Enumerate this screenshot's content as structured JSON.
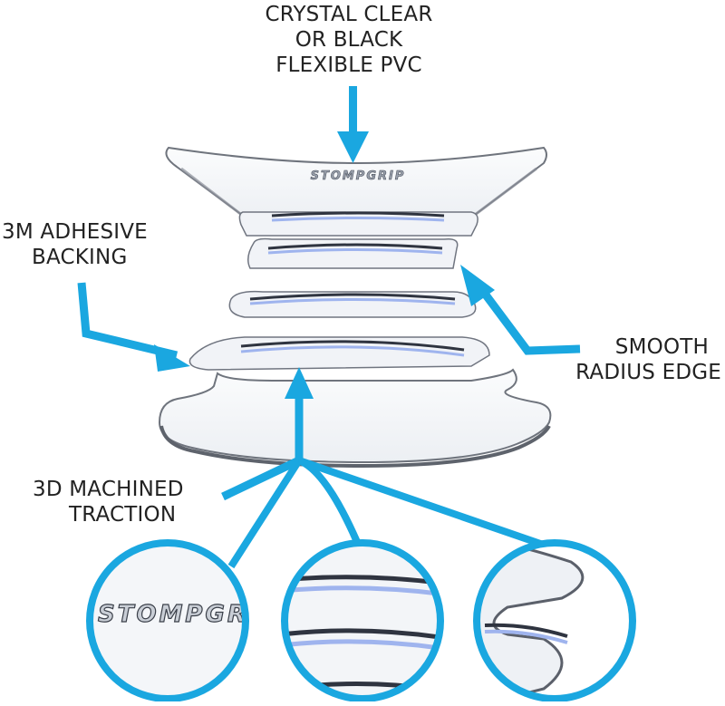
{
  "callouts": {
    "pvc": {
      "line1": "CRYSTAL CLEAR",
      "line2": "OR BLACK",
      "line3": "FLEXIBLE PVC"
    },
    "adhesive": {
      "line1": "3M ADHESIVE",
      "line2": "BACKING"
    },
    "edge": {
      "line1": "SMOOTH",
      "line2": "RADIUS EDGE"
    },
    "traction": {
      "line1": "3D MACHINED",
      "line2": "TRACTION"
    }
  },
  "brand": {
    "logo_text": "STOMPGRIP"
  },
  "colors": {
    "arrow": "#1aa7e0",
    "pad_fill": "#f3f5f8",
    "pad_shadow": "#7c8088",
    "rib_dark": "#3a3f4a",
    "rib_blue": "#9fb4ee",
    "zoom_ring": "#1aa7e0"
  },
  "icons": [
    "down-arrow-icon",
    "leader-arrow-icon"
  ]
}
